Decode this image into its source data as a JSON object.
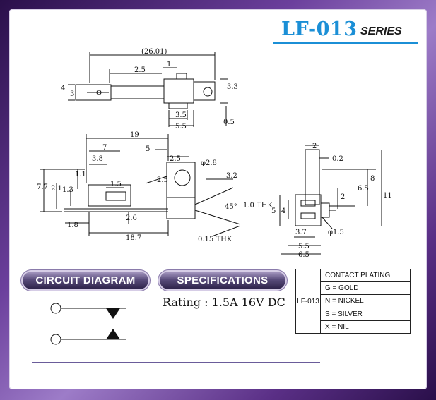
{
  "title": {
    "model": "LF-013",
    "series": "SERIES"
  },
  "sections": {
    "circuit_label": "CIRCUIT DIAGRAM",
    "specs_label": "SPECIFICATIONS"
  },
  "specs": {
    "rating": "Rating : 1.5A 16V DC"
  },
  "plating_table": {
    "model": "LF-013",
    "header": "CONTACT PLATING",
    "rows": [
      "G = GOLD",
      "N = NICKEL",
      "S = SILVER",
      "X = NIL"
    ]
  },
  "dims": {
    "top_overall": "(26.01)",
    "top_1": "1",
    "top_2_5": "2.5",
    "top_4": "4",
    "top_3": "3",
    "top_3_3": "3.3",
    "top_3_5": "3.5",
    "top_5_5": "5.5",
    "top_0_5": "0.5",
    "side_19": "19",
    "side_7": "7",
    "side_5": "5",
    "side_3_8": "3.8",
    "side_2_5a": "2.5",
    "side_phi2_8": "φ2.8",
    "side_2_5b": "2.5",
    "side_1_1": "1.1",
    "side_1_5": "1.5",
    "side_7_7": "7.7",
    "side_2_1": "2.1",
    "side_1_3": "1.3",
    "side_3_2": "3.2",
    "side_45": "45°",
    "side_1_0_thk": "1.0 THK",
    "side_2_6": "2.6",
    "side_1_8": "1.8",
    "side_18_7": "18.7",
    "side_0_15_thk": "0.15 THK",
    "end_2": "2",
    "end_0_2": "0.2",
    "end_8": "8",
    "end_6_5": "6.5",
    "end_11": "11",
    "end_2b": "2",
    "end_5": "5",
    "end_4": "4",
    "end_3_7": "3.7",
    "end_phi1_5": "φ1.5",
    "end_5_5": "5.5",
    "end_6_5b": "6.5"
  }
}
